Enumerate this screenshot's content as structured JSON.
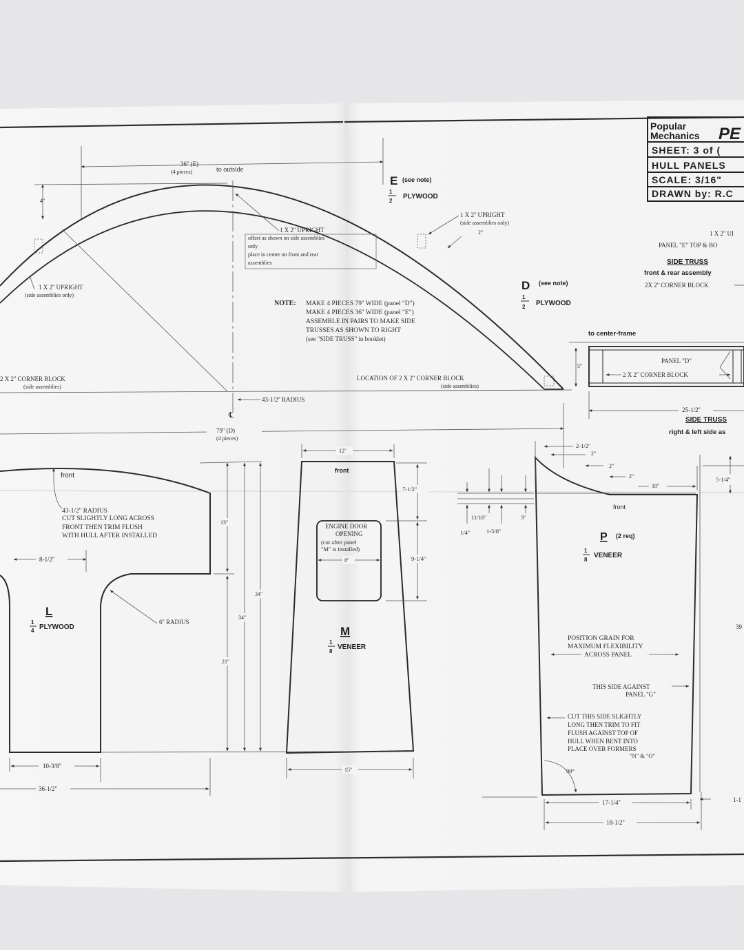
{
  "title_block": {
    "brand": "Popular Mechanics",
    "brand_line1": "Popular",
    "brand_line2": "Mechanics",
    "plan_code": "PE",
    "sheet": "SHEET: 3 of (",
    "subject": "HULL PANELS",
    "scale": "SCALE: 3/16\"",
    "drawn_by": "DRAWN by: R.C"
  },
  "arch": {
    "dim_e": "36'' (E)",
    "dim_e_pieces": "(4 pieces)",
    "to_outside": "to outside",
    "dim_4": "4''",
    "upright_center_1": "1 X 2'' UPRIGHT",
    "upright_center_2": "offset as shown on side assemblies",
    "upright_center_3": "only",
    "upright_center_4": "place in center on front and rear",
    "upright_center_5": "assemblies",
    "upright_left_1": "1 X 2'' UPRIGHT",
    "upright_left_2": "(side assemblies only)",
    "upright_right_1": "1 X 2'' UPRIGHT",
    "upright_right_2": "(side assemblies only)",
    "dim_2": "2''",
    "corner_block_left_1": "2 X 2'' CORNER BLOCK",
    "corner_block_left_2": "(side assemblies)",
    "corner_block_right_1": "LOCATION OF 2 X 2'' CORNER BLOCK",
    "corner_block_right_2": "(side assemblies)",
    "radius": "43-1/2'' RADIUS",
    "centerline": "℄",
    "dim_d": "79'' (D)",
    "dim_d_pieces": "(4 pieces)",
    "note_label": "NOTE:",
    "note_1": "MAKE 4 PIECES 79'' WIDE (panel \"D\")",
    "note_2": "MAKE 4 PIECES 36'' WIDE (panel \"E\")",
    "note_3": "ASSEMBLE IN PAIRS TO MAKE SIDE",
    "note_4": "TRUSSES AS SHOWN TO RIGHT",
    "note_5": "(see \"SIDE TRUSS\" in booklet)"
  },
  "panel_e": {
    "letter": "E",
    "note": "(see note)",
    "num": "1",
    "den": "2",
    "material": "PLYWOOD"
  },
  "panel_d": {
    "letter": "D",
    "note": "(see note)",
    "num": "1",
    "den": "2",
    "material": "PLYWOOD"
  },
  "truss": {
    "upright": "1 X 2'' UI",
    "panel_e_top": "PANEL \"E\" TOP & BO",
    "title": "SIDE TRUSS",
    "sub": "front & rear assembly",
    "corner": "2X 2'' CORNER BLOCK",
    "to_center_frame": "to center-frame",
    "dim_5": "5''",
    "panel_d": "PANEL \"D\"",
    "corner_inside": "2 X 2'' CORNER BLOCK",
    "dim_25": "25-1/2''",
    "title2": "SIDE TRUSS",
    "sub2": "right & left side as"
  },
  "panel_l": {
    "front": "front",
    "note_1": "43-1/2'' RADIUS",
    "note_2": "CUT SLIGHTLY LONG ACROSS",
    "note_3": "FRONT THEN TRIM FLUSH",
    "note_4": "WITH HULL AFTER INSTALLED",
    "dim_8": "8-1/2''",
    "letter": "L",
    "num": "1",
    "den": "4",
    "material": "PLYWOOD",
    "radius6": "6'' RADIUS",
    "dim_13": "13''",
    "dim_34a": "34''",
    "dim_34b": "34''",
    "dim_21": "21''",
    "dim_10": "10-3/8''",
    "dim_36": "36-1/2''"
  },
  "panel_m": {
    "dim_12": "12''",
    "front": "front",
    "door_1": "ENGINE DOOR",
    "door_2": "OPENING",
    "door_3": "(cut after panel",
    "door_4": "\"M\" is installed)",
    "door_8": "8''",
    "dim_7": "7-1/2''",
    "dim_9": "9-1/4''",
    "letter": "M",
    "num": "1",
    "den": "8",
    "material": "VENEER",
    "dim_15": "15''"
  },
  "panel_p": {
    "dim_2a": "2-1/2''",
    "dim_2b": "2''",
    "dim_2c": "2''",
    "dim_2d": "2''",
    "dim_10": "10''",
    "dim_5": "5-1/4''",
    "dim_11": "11/16''",
    "dim_3": "3''",
    "dim_14": "1/4''",
    "dim_158": "1-5/8''",
    "front": "front",
    "letter": "P",
    "req": "(2 req)",
    "num": "1",
    "den": "8",
    "material": "VENEER",
    "grain_1": "POSITION GRAIN FOR",
    "grain_2": "MAXIMUM FLEXIBILITY",
    "grain_3": "ACROSS PANEL",
    "against_1": "THIS SIDE AGAINST",
    "against_2": "PANEL \"G\"",
    "cut_1": "CUT THIS SIDE SLIGHTLY",
    "cut_2": "LONG THEN TRIM TO FIT",
    "cut_3": "FLUSH AGAINST TOP OF",
    "cut_4": "HULL WHEN BENT INTO",
    "cut_5": "PLACE OVER FORMERS",
    "cut_6": "\"N\" & \"O\"",
    "angle": "90°",
    "dim_17": "17-1/4''",
    "dim_18": "18-1/2''",
    "dim_39": "39",
    "dim_1": "1-1"
  }
}
